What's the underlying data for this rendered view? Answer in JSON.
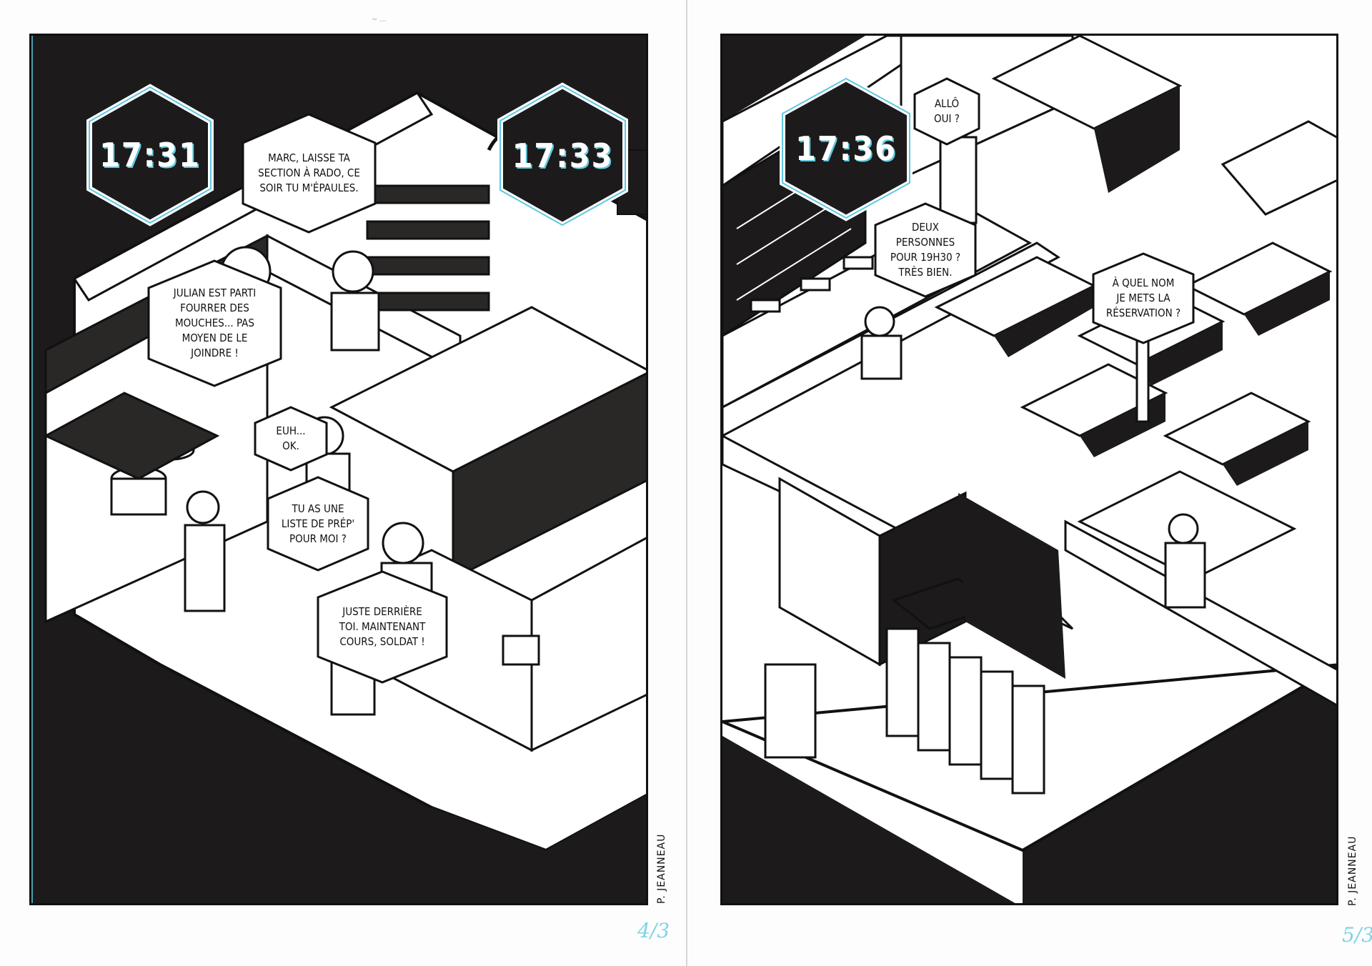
{
  "spread": {
    "top_note": "~ ...",
    "left_page": {
      "page_number": "4/3",
      "signature": "P. JEANNEAU",
      "timestamps": [
        {
          "label": "17:31"
        },
        {
          "label": "17:33"
        }
      ],
      "bubbles": [
        {
          "text": "Marc, laisse ta\nsection à Rado, ce\nsoir tu m'épaules."
        },
        {
          "text": "Julian est parti\nfourrer des\nmouches... pas\nmoyen de le\njoindre !"
        },
        {
          "text": "Euh...\nOk."
        },
        {
          "text": "Tu as une\nliste de prép'\npour moi ?"
        },
        {
          "text": "Juste derrière\ntoi. Maintenant\ncours, soldat !"
        }
      ]
    },
    "right_page": {
      "page_number": "5/3",
      "signature": "P. JEANNEAU",
      "timestamps": [
        {
          "label": "17:36"
        }
      ],
      "bubbles": [
        {
          "text": "Allô\noui ?"
        },
        {
          "text": "Deux\npersonnes\npour 19h30 ?\nTrès bien."
        },
        {
          "text": "À quel nom\nje mets la\nréservation ?"
        }
      ]
    },
    "colors": {
      "ink": "#111111",
      "paper": "#ffffff",
      "pencil_blue": "#5ec8e0",
      "gray_wash": "#2a2727"
    }
  }
}
